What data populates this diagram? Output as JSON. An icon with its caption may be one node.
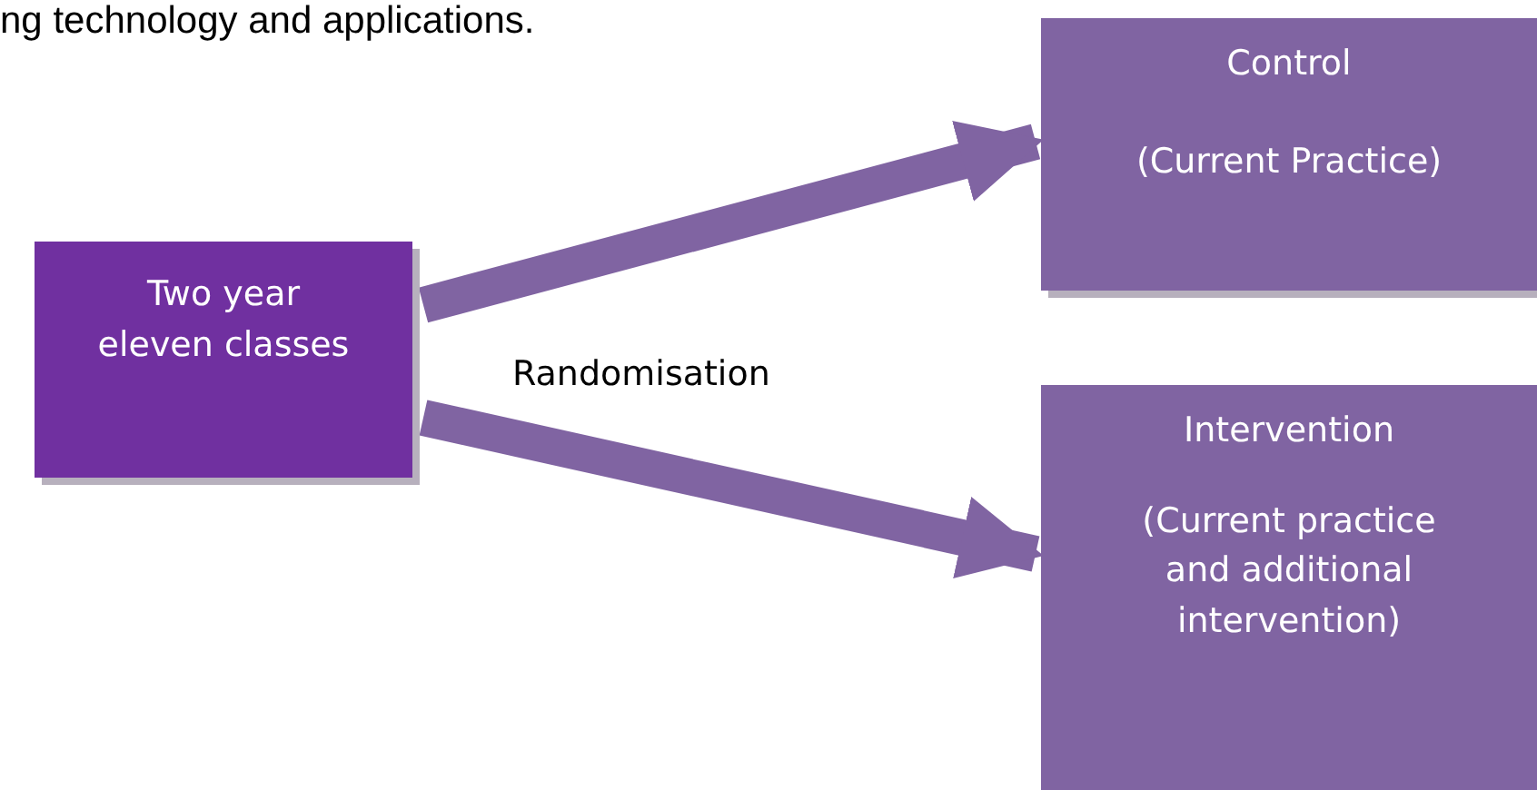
{
  "diagram": {
    "nodes": [
      {
        "text": [
          "Two year eleven classes"
        ]
      },
      {
        "text": [
          "Control",
          "(Current Practice)"
        ]
      },
      {
        "text": [
          "Intervention",
          "(Current practice and additional intervention)"
        ]
      }
    ],
    "edges": [
      {
        "from": 0,
        "to": 1,
        "arrow": "to"
      },
      {
        "from": 0,
        "to": 2,
        "arrow": "to"
      }
    ],
    "labels": [
      "ng technology and applications.",
      "Randomisation"
    ]
  }
}
